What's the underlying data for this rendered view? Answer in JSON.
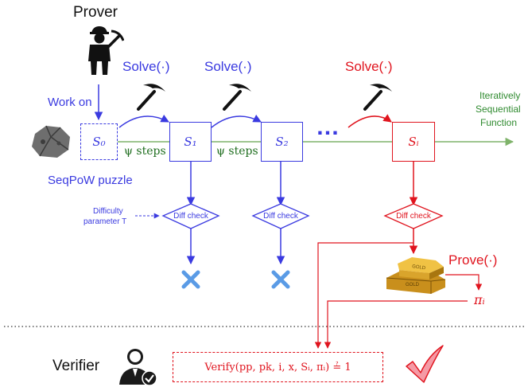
{
  "colors": {
    "blue": "#3a3ae0",
    "red": "#e0141e",
    "green": "#2f8a2f",
    "green_line": "#7fb36a",
    "black": "#111111"
  },
  "prover": {
    "title": "Prover",
    "work_on": "Work on"
  },
  "puzzle": {
    "label": "SeqPoW puzzle"
  },
  "steps": {
    "solve_1": "Solve(·)",
    "solve_2": "Solve(·)",
    "solve_3": "Solve(·)",
    "psi_1": "ψ steps",
    "psi_2": "ψ steps",
    "ellipsis": "…"
  },
  "states": {
    "s0": "S₀",
    "s1": "S₁",
    "s2": "S₂",
    "si": "Sᵢ"
  },
  "function_label": [
    "Iteratively",
    "Sequential",
    "Function"
  ],
  "difficulty": {
    "line1": "Difficulty",
    "line2": "parameter T"
  },
  "checks": {
    "c1": "Diff check",
    "c2": "Diff check",
    "c3": "Diff check"
  },
  "prove": {
    "label": "Prove(·)",
    "pi": "πᵢ",
    "gold_top": "Gold",
    "gold_front": "Gold"
  },
  "verifier": {
    "title": "Verifier",
    "formula": "Verify(pp, pk, i, x, Sᵢ, πᵢ) ≟ 1"
  },
  "icons": [
    "miner-icon",
    "rock-icon",
    "pickaxe-icon",
    "cross-icon",
    "gold-bars-icon",
    "verifier-user-icon",
    "check-mark-icon"
  ]
}
